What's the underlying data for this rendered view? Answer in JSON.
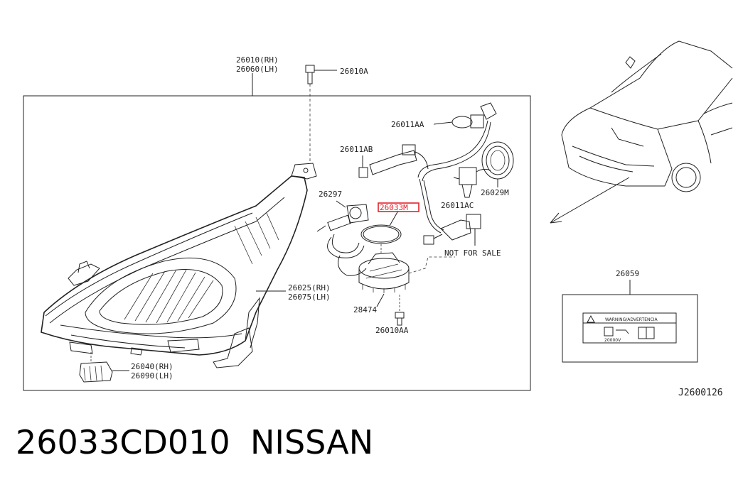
{
  "callouts": {
    "c26010_rh": "26010(RH)",
    "c26060_lh": "26060(LH)",
    "c26010a": "26010A",
    "c26011aa": "26011AA",
    "c26011ab": "26011AB",
    "c26297": "26297",
    "c26033m": "26033M",
    "c26029m": "26029M",
    "c26011ac": "26011AC",
    "not_for_sale": "NOT FOR SALE",
    "c26025_rh": "26025(RH)",
    "c26075_lh": "26075(LH)",
    "c28474": "28474",
    "c26010aa": "26010AA",
    "c26040_rh": "26040(RH)",
    "c26090_lh": "26090(LH)",
    "c26059": "26059"
  },
  "warning_label": {
    "title": "WARNING/ADVERTENCIA",
    "voltage": "20000V"
  },
  "diagram_code": "J2600126",
  "footer": {
    "part_number": "26033CD010",
    "brand": "NISSAN"
  },
  "colors": {
    "line": "#222222",
    "highlight": "#e3242b",
    "background": "#ffffff"
  }
}
